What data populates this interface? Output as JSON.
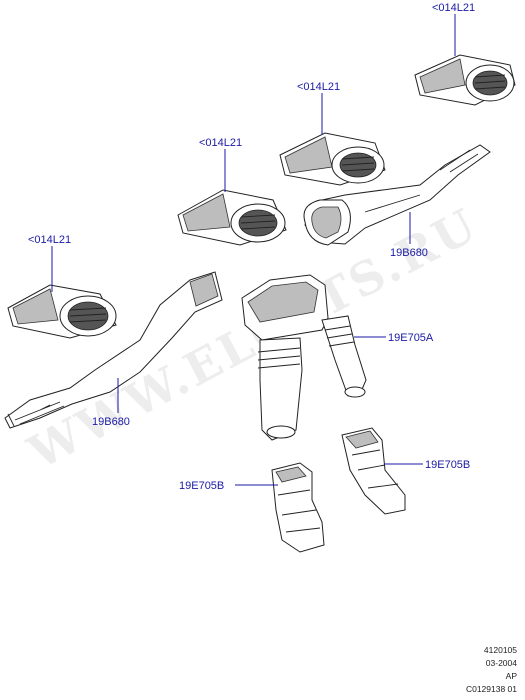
{
  "watermark": "WWW.ELCATS.RU",
  "parts": {
    "vent_top_right": "<014L21",
    "vent_upper_mid": "<014L21",
    "vent_center": "<014L21",
    "vent_left": "<014L21",
    "duct_right": "19B680",
    "duct_left": "19B680",
    "duct_assembly": "19E705A",
    "duct_rear_right": "19E705B",
    "duct_rear_left": "19E705B"
  },
  "reference": {
    "code": "4120105",
    "date": "03-2004",
    "region": "AP",
    "sheet": "C0129138 01"
  }
}
